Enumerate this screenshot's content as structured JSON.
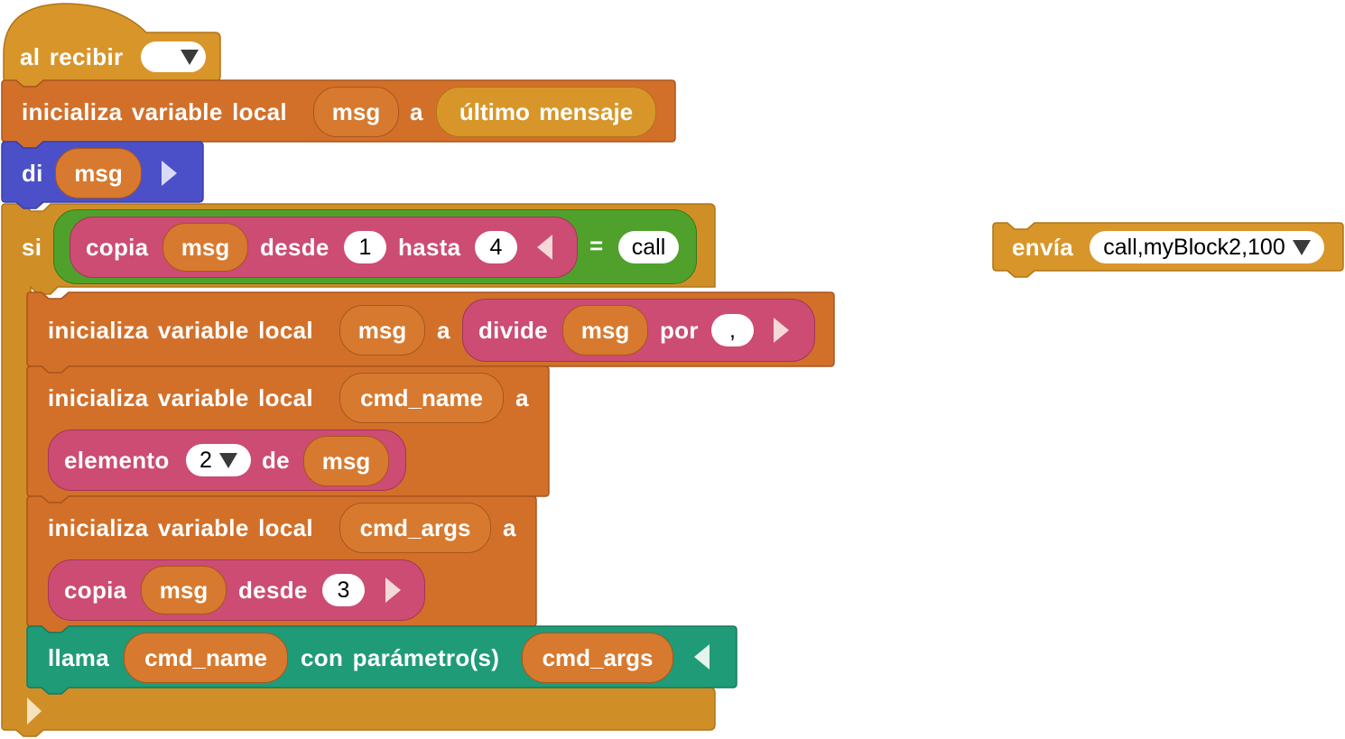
{
  "colors": {
    "event": "#d8962a",
    "variables": "#d2702a",
    "text": "#cc4c73",
    "logic": "#4fa12b",
    "speech": "#4b50c8",
    "procedures": "#1f9b78"
  },
  "event_block": {
    "label": "al recibir",
    "dropdown_value": ""
  },
  "init_msg": {
    "label": "inicializa variable local",
    "var": "msg",
    "to": "a",
    "value": "último mensaje"
  },
  "say": {
    "label": "di",
    "arg": "msg"
  },
  "if_block": {
    "label": "si",
    "copy": {
      "label": "copia",
      "var": "msg",
      "from": "desde",
      "start": "1",
      "until": "hasta",
      "end": "4"
    },
    "eq": "=",
    "compare": "call"
  },
  "init_split": {
    "label": "inicializa variable local",
    "var": "msg",
    "to": "a",
    "split_label": "divide",
    "split_var": "msg",
    "by": "por",
    "separator": ","
  },
  "init_name": {
    "label": "inicializa variable local",
    "var": "cmd_name",
    "to": "a",
    "item_label": "elemento",
    "index": "2",
    "of": "de",
    "list": "msg"
  },
  "init_args": {
    "label": "inicializa variable local",
    "var": "cmd_args",
    "to": "a",
    "copy_label": "copia",
    "copy_var": "msg",
    "from": "desde",
    "start": "3"
  },
  "call_block": {
    "label": "llama",
    "proc": "cmd_name",
    "with": "con parámetro(s)",
    "params": "cmd_args"
  },
  "send_block": {
    "label": "envía",
    "value": "call,myBlock2,100"
  }
}
